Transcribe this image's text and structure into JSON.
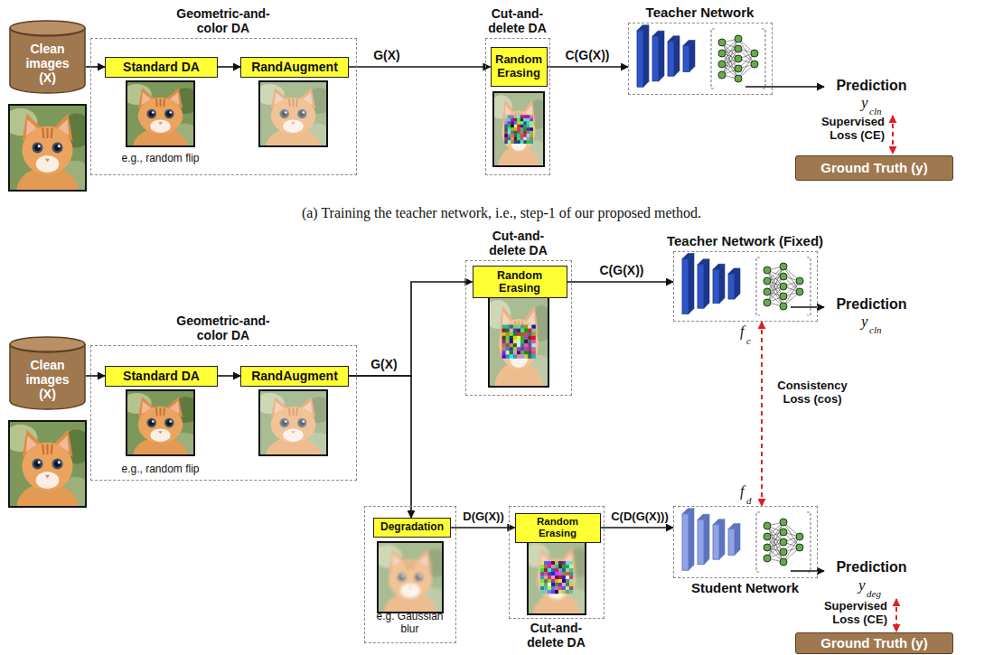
{
  "diagram": {
    "caption": "(a) Training the teacher network, i.e., step-1 of our proposed method.",
    "nodes": [
      {
        "text": [
          "Clean images (X)"
        ]
      },
      {
        "text": [
          "Geometric-and- color DA"
        ]
      },
      {
        "text": [
          "Standard DA"
        ],
        "in": 1
      },
      {
        "text": [
          "RandAugment"
        ],
        "in": 1
      },
      {
        "text": [
          "Cut-and- delete DA"
        ]
      },
      {
        "text": [
          "Random Erasing"
        ],
        "in": 4
      },
      {
        "text": [
          "Teacher Network"
        ]
      },
      {
        "text": [
          "Ground Truth (y)"
        ]
      },
      {
        "text": [
          "Clean images (X)"
        ]
      },
      {
        "text": [
          "Geometric-and- color DA"
        ]
      },
      {
        "text": [
          "Standard DA"
        ],
        "in": 9
      },
      {
        "text": [
          "RandAugment"
        ],
        "in": 9
      },
      {
        "text": [
          "Cut-and- delete DA"
        ]
      },
      {
        "text": [
          "Random Erasing"
        ],
        "in": 12
      },
      {
        "text": [
          "Teacher Network (Fixed)"
        ]
      },
      {
        "text": [
          "e.g. Gaussian blur"
        ]
      },
      {
        "text": [
          "Degradation"
        ],
        "in": 15
      },
      {
        "text": [
          "Cut-and- delete DA"
        ]
      },
      {
        "text": [
          "Random Erasing"
        ],
        "in": 17
      },
      {
        "text": [
          "Student Network"
        ]
      },
      {
        "text": [
          "Ground Truth (y)"
        ]
      }
    ],
    "edges": [
      {
        "from": 0,
        "to": 2,
        "arrow": "to"
      },
      {
        "from": 2,
        "to": 3,
        "arrow": "to"
      },
      {
        "from": 3,
        "to": 5,
        "arrow": "to",
        "label": "G(X)"
      },
      {
        "from": 5,
        "to": 6,
        "arrow": "to",
        "label": "C(G(X))"
      },
      {
        "from": 8,
        "to": 10,
        "arrow": "to"
      },
      {
        "from": 10,
        "to": 11,
        "arrow": "to"
      },
      {
        "from": 11,
        "to": 13,
        "arrow": "to",
        "label": "G(X)"
      },
      {
        "from": 11,
        "to": 16,
        "arrow": "to"
      },
      {
        "from": 13,
        "to": 14,
        "arrow": "to",
        "label": "C(G(X))"
      },
      {
        "from": 16,
        "to": 18,
        "arrow": "to",
        "label": "D(G(X))"
      },
      {
        "from": 18,
        "to": 19,
        "arrow": "to",
        "label": "C(D(G(X)))"
      },
      {
        "from": 14,
        "to": 19,
        "arrow": "both",
        "label": "Consistency Loss (cos)"
      }
    ],
    "labels": [
      "e.g., random flip",
      "Prediction",
      "y",
      "cln",
      "Supervised Loss (CE)",
      "e.g., random flip",
      "Prediction",
      "y",
      "cln",
      "f",
      "c",
      "f",
      "d",
      "Prediction",
      "y",
      "deg",
      "Supervised Loss (CE)"
    ]
  }
}
